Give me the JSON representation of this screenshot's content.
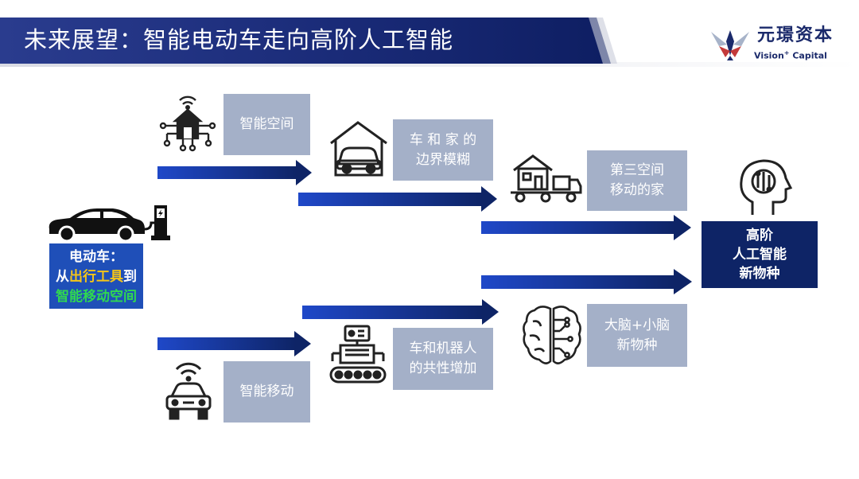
{
  "header": {
    "title": "未来展望：智能电动车走向高阶人工智能",
    "logo_cn": "元璟资本",
    "logo_en_prefix": "Vision",
    "logo_en_sup": "+",
    "logo_en_suffix": " Capital"
  },
  "start": {
    "line1": "电动车：",
    "line2_a": "从",
    "line2_b": "出行工具",
    "line2_c": "到",
    "line3": "智能移动空间"
  },
  "goal": {
    "line1": "高阶",
    "line2": "人工智能",
    "line3": "新物种"
  },
  "labels": {
    "smart_space": "智能空间",
    "car_home_1": "车 和 家 的",
    "car_home_2": "边界模糊",
    "third_space_1": "第三空间",
    "third_space_2": "移动的家",
    "smart_mobility": "智能移动",
    "car_robot_1": "车和机器人",
    "car_robot_2": "的共性增加",
    "brain_1": "大脑+小脑",
    "brain_2": "新物种"
  },
  "colors": {
    "banner_dark": "#0e2466",
    "arrow_start": "#1f48c8",
    "arrow_end": "#0e2466",
    "label_box": "#a4b0c8",
    "start_box": "#1f4fb8",
    "goal_box": "#0e2466",
    "highlight_yellow": "#f5c518",
    "highlight_green": "#30d850"
  },
  "icons": [
    "smart-home-wifi-icon",
    "car-in-house-icon",
    "house-on-truck-icon",
    "ai-head-icon",
    "ev-charging-car-icon",
    "connected-car-icon",
    "robot-on-tracks-icon",
    "circuit-brain-icon"
  ]
}
